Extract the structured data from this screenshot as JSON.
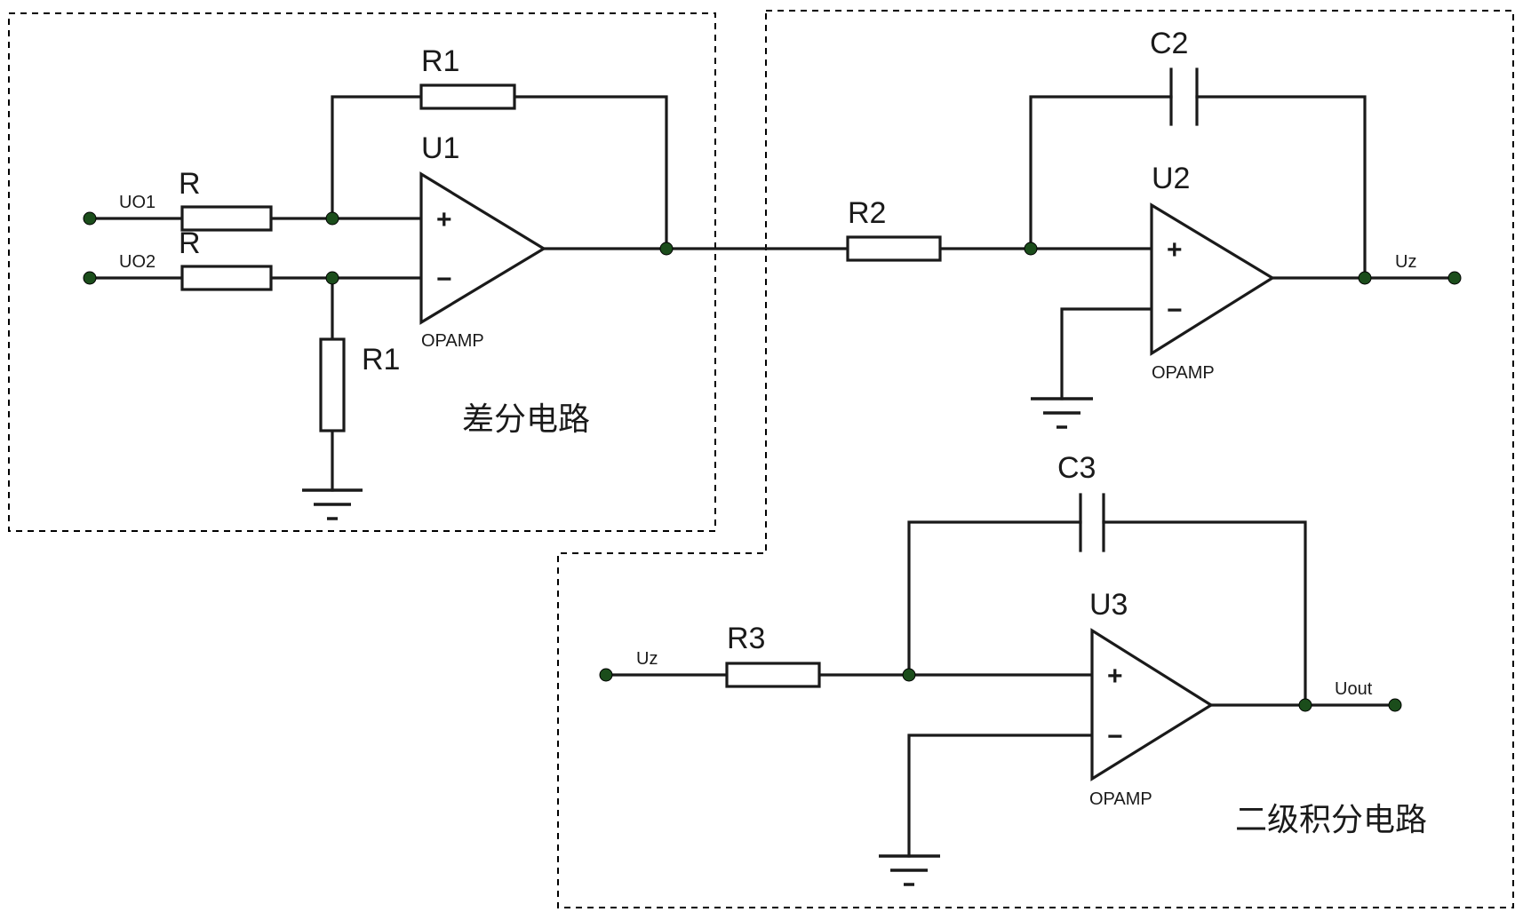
{
  "labels": {
    "uo1": "UO1",
    "uo2": "UO2",
    "r_top": "R",
    "r_bottom": "R",
    "r1_feedback": "R1",
    "r1_ground": "R1",
    "u1": "U1",
    "u1_type": "OPAMP",
    "u1_plus": "+",
    "u1_minus": "−",
    "r2": "R2",
    "c2": "C2",
    "u2": "U2",
    "u2_type": "OPAMP",
    "u2_plus": "+",
    "u2_minus": "−",
    "uz_out": "Uz",
    "c3": "C3",
    "r3": "R3",
    "u3": "U3",
    "u3_type": "OPAMP",
    "u3_plus": "+",
    "u3_minus": "−",
    "uz_in": "Uz",
    "uout": "Uout"
  },
  "regions": {
    "differential": "差分电路",
    "integrator": "二级积分电路"
  },
  "colors": {
    "wire": "#1a1a1a",
    "node": "#1b4d1b",
    "background": "#ffffff"
  }
}
